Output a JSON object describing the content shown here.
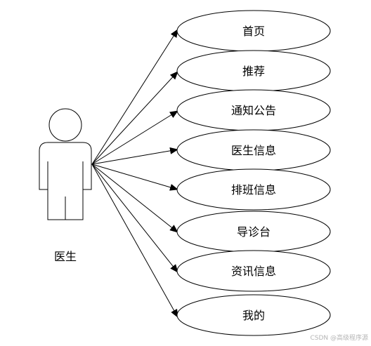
{
  "actor": {
    "name": "医生"
  },
  "use_cases": [
    {
      "label": "首页"
    },
    {
      "label": "推荐"
    },
    {
      "label": "通知公告"
    },
    {
      "label": "医生信息"
    },
    {
      "label": "排班信息"
    },
    {
      "label": "导诊台"
    },
    {
      "label": "资讯信息"
    },
    {
      "label": "我的"
    }
  ],
  "watermark": "CSDN @高级程序源",
  "colors": {
    "stroke": "#000000",
    "background": "#ffffff",
    "watermark": "#b5b5b5"
  }
}
